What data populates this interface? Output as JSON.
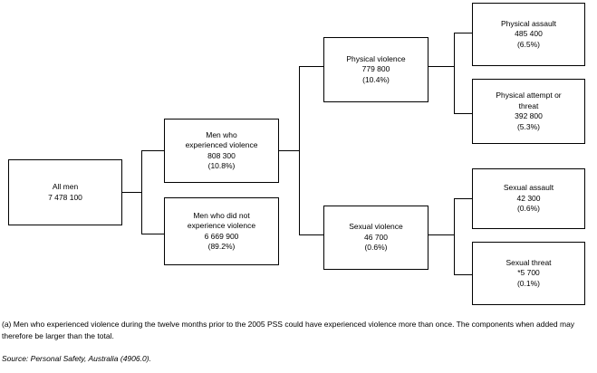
{
  "chart_data": {
    "type": "diagram",
    "diagram_kind": "flowchart-tree",
    "title": "",
    "orientation": "left-to-right",
    "nodes": [
      {
        "id": "all-men",
        "level": 1,
        "label": "All men",
        "value": "7 478 100",
        "percent": ""
      },
      {
        "id": "experienced-violence",
        "level": 2,
        "label_line1": "Men who",
        "label_line2": "experienced violence",
        "value": "808 300",
        "percent": "(10.8%)"
      },
      {
        "id": "not-experienced-violence",
        "level": 2,
        "label_line1": "Men who did not",
        "label_line2": "experience violence",
        "value": "6 669 900",
        "percent": "(89.2%)"
      },
      {
        "id": "physical-violence",
        "level": 3,
        "label": "Physical violence",
        "value": "779 800",
        "percent": "(10.4%)"
      },
      {
        "id": "sexual-violence",
        "level": 3,
        "label": "Sexual violence",
        "value": "46 700",
        "percent": "(0.6%)"
      },
      {
        "id": "physical-assault",
        "level": 4,
        "label": "Physical assault",
        "value": "485 400",
        "percent": "(6.5%)"
      },
      {
        "id": "physical-attempt-threat",
        "level": 4,
        "label_line1": "Physical attempt or",
        "label_line2": "threat",
        "value": "392 800",
        "percent": "(5.3%)"
      },
      {
        "id": "sexual-assault",
        "level": 4,
        "label": "Sexual assault",
        "value": "42 300",
        "percent": "(0.6%)"
      },
      {
        "id": "sexual-threat",
        "level": 4,
        "label": "Sexual threat",
        "value": "*5 700",
        "percent": "(0.1%)"
      }
    ],
    "edges": [
      {
        "from": "all-men",
        "to": "experienced-violence"
      },
      {
        "from": "all-men",
        "to": "not-experienced-violence"
      },
      {
        "from": "experienced-violence",
        "to": "physical-violence"
      },
      {
        "from": "experienced-violence",
        "to": "sexual-violence"
      },
      {
        "from": "physical-violence",
        "to": "physical-assault"
      },
      {
        "from": "physical-violence",
        "to": "physical-attempt-threat"
      },
      {
        "from": "sexual-violence",
        "to": "sexual-assault"
      },
      {
        "from": "sexual-violence",
        "to": "sexual-threat"
      }
    ],
    "colors": {
      "box_border": "#000000",
      "box_fill": "#ffffff",
      "connector": "#000000",
      "text": "#000000",
      "background": "#ffffff"
    }
  },
  "boxes": {
    "all_men": {
      "label": "All men",
      "value": "7 478 100"
    },
    "experienced_violence": {
      "label_line1": "Men who",
      "label_line2": "experienced violence",
      "value": "808 300",
      "percent": "(10.8%)"
    },
    "not_experienced_violence": {
      "label_line1": "Men who did not",
      "label_line2": "experience violence",
      "value": "6 669 900",
      "percent": "(89.2%)"
    },
    "physical_violence": {
      "label": "Physical violence",
      "value": "779 800",
      "percent": "(10.4%)"
    },
    "sexual_violence": {
      "label": "Sexual violence",
      "value": "46 700",
      "percent": "(0.6%)"
    },
    "physical_assault": {
      "label": "Physical assault",
      "value": "485 400",
      "percent": "(6.5%)"
    },
    "physical_attempt_threat": {
      "label_line1": "Physical attempt or",
      "label_line2": "threat",
      "value": "392 800",
      "percent": "(5.3%)"
    },
    "sexual_assault": {
      "label": "Sexual assault",
      "value": "42 300",
      "percent": "(0.6%)"
    },
    "sexual_threat": {
      "label": "Sexual threat",
      "value": "*5 700",
      "percent": "(0.1%)"
    }
  },
  "notes": {
    "footnote": "(a) Men who experienced violence during the twelve months prior to the 2005 PSS could have experienced violence more than once. The components when added may therefore be larger than the total.",
    "source": "Source: Personal Safety, Australia (4906.0)."
  }
}
